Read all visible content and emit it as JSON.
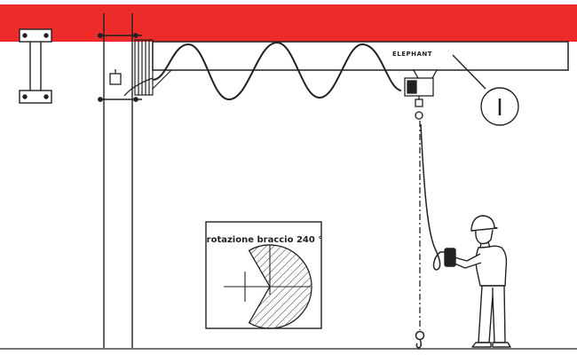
{
  "diagram": {
    "rotation_label": "rotazione braccio 240 °",
    "beam_profile_symbol": "I",
    "hoist_brand_text": "ELEPHANT",
    "colors": {
      "ceiling_band": "#ee2b2b",
      "line": "#222222",
      "background": "#ffffff"
    },
    "icons": [
      "wall-mount-bracket-icon",
      "operator-figure-icon",
      "hoist-icon",
      "hook-icon"
    ]
  }
}
